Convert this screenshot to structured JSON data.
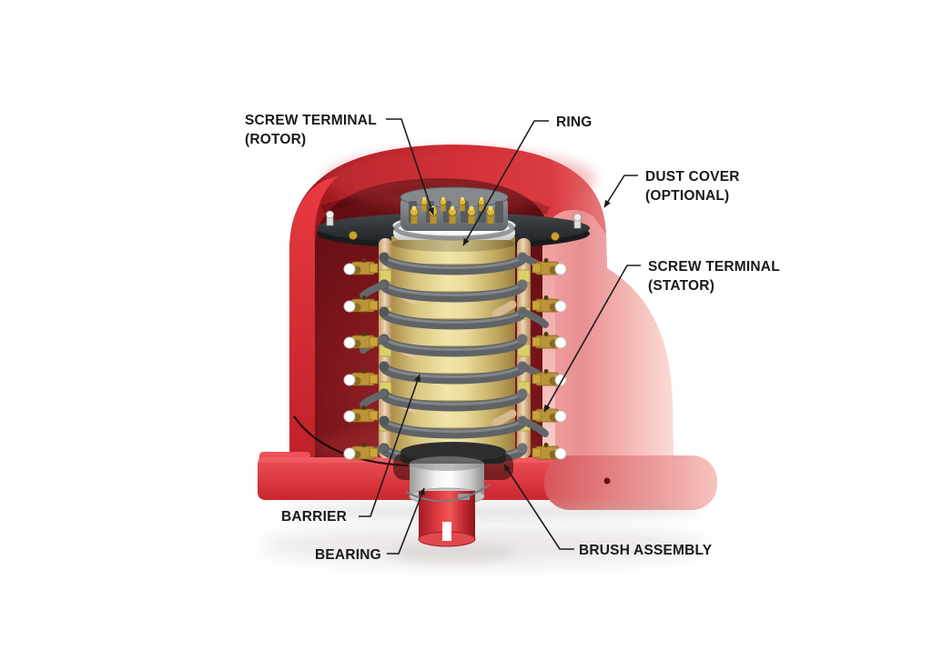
{
  "diagram": {
    "type": "labeled-cutaway-illustration",
    "labels": {
      "screw_terminal_rotor": {
        "line1": "SCREW TERMINAL",
        "line2": "(ROTOR)"
      },
      "ring": {
        "line1": "RING"
      },
      "dust_cover": {
        "line1": "DUST COVER",
        "line2": "(OPTIONAL)"
      },
      "screw_terminal_stator": {
        "line1": "SCREW TERMINAL",
        "line2": "(STATOR)"
      },
      "barrier": {
        "line1": "BARRIER"
      },
      "bearing": {
        "line1": "BEARING"
      },
      "brush_assembly": {
        "line1": "BRUSH ASSEMBLY"
      }
    },
    "colors": {
      "cover_red": "#cf2b31",
      "cover_pink": "#f3b5b2",
      "interior_red": "#7a1318",
      "ring_gold": "#e6d592",
      "ring_gray": "#5f6366",
      "brass": "#c9a22f",
      "barrier_tan": "#ecd0ac",
      "bearing_silver": "#e9e9e9",
      "leader_line": "#1c1c1c",
      "label_text": "#1a1a1a"
    }
  }
}
